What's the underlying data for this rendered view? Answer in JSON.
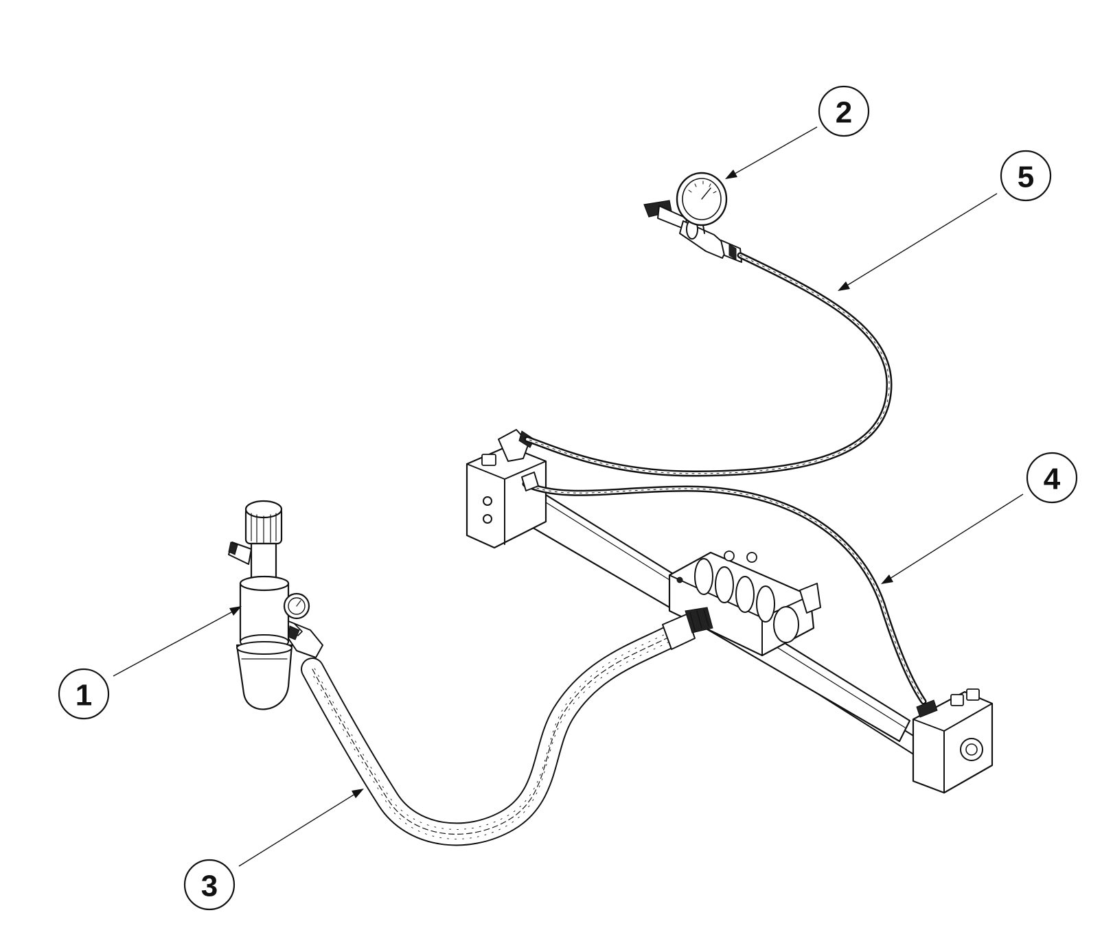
{
  "diagram": {
    "type": "exploded parts assembly",
    "callouts": [
      {
        "id": "1",
        "label": "1",
        "part": "regulator-filter"
      },
      {
        "id": "2",
        "label": "2",
        "part": "pressure-gauge"
      },
      {
        "id": "3",
        "label": "3",
        "part": "braided-supply-hose"
      },
      {
        "id": "4",
        "label": "4",
        "part": "cylinder-hose"
      },
      {
        "id": "5",
        "label": "5",
        "part": "gauge-hose"
      }
    ],
    "colors": {
      "ink": "#111111",
      "paper": "#ffffff",
      "shade": "#d9d9d9"
    }
  }
}
